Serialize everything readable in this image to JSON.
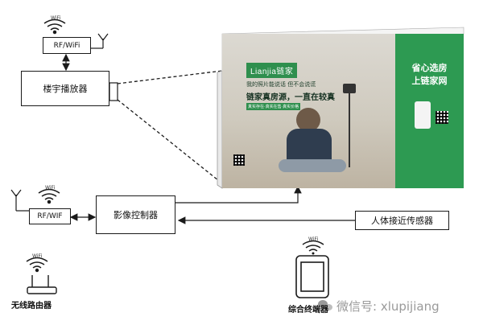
{
  "nodes": {
    "rf_wifi_top": "RF/WiFi",
    "player": "楼宇播放器",
    "rf_wifi_left": "RF/WIF",
    "controller": "影像控制器",
    "sensor": "人体接近传感器",
    "router": "无线路由器",
    "terminal": "综合终端器"
  },
  "wifi_caption": "WiFi",
  "billboard": {
    "brand": "Lianjia链家",
    "line1": "我的照片能说话 但不会说谎",
    "headline": "链家真房源，一直在较真",
    "tagline": "真实存在·真实在售·真实价格",
    "slogan": [
      "省心选房",
      "上链家网"
    ]
  },
  "watermark": "微信号: xlupijiang",
  "colors": {
    "ad_green": "#2d9a52",
    "line": "#1a1a1a"
  }
}
